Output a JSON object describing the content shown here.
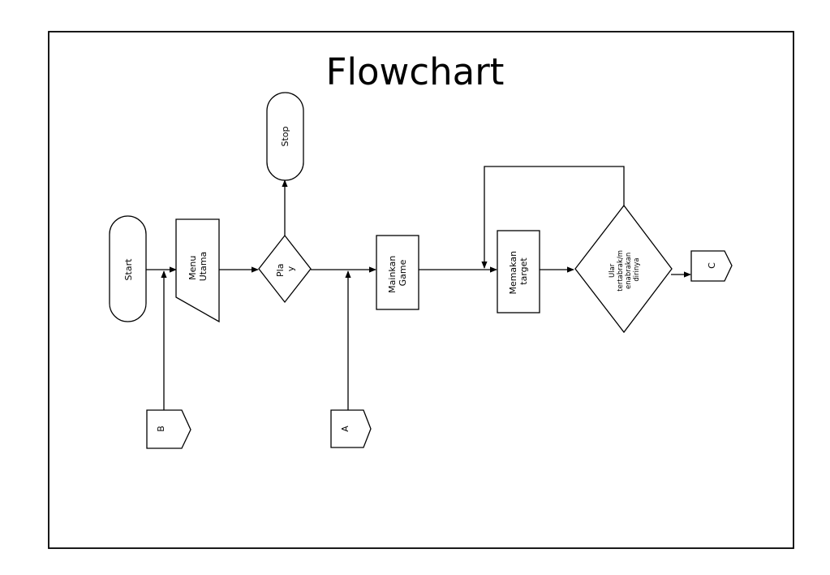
{
  "title": "Flowchart",
  "nodes": {
    "start": "Start",
    "menu_line1": "Menu",
    "menu_line2": "Utama",
    "play_line1": "Pla",
    "play_line2": "y",
    "stop": "Stop",
    "mainkan_line1": "Mainkan",
    "mainkan_line2": "Game",
    "memakan_line1": "Memakan",
    "memakan_line2": "target",
    "ular_line1": "Ular",
    "ular_line2": "tertabrak/m",
    "ular_line3": "enabrakan",
    "ular_line4": "dirinya"
  },
  "connectors": {
    "a": "A",
    "b": "B",
    "c": "C"
  }
}
